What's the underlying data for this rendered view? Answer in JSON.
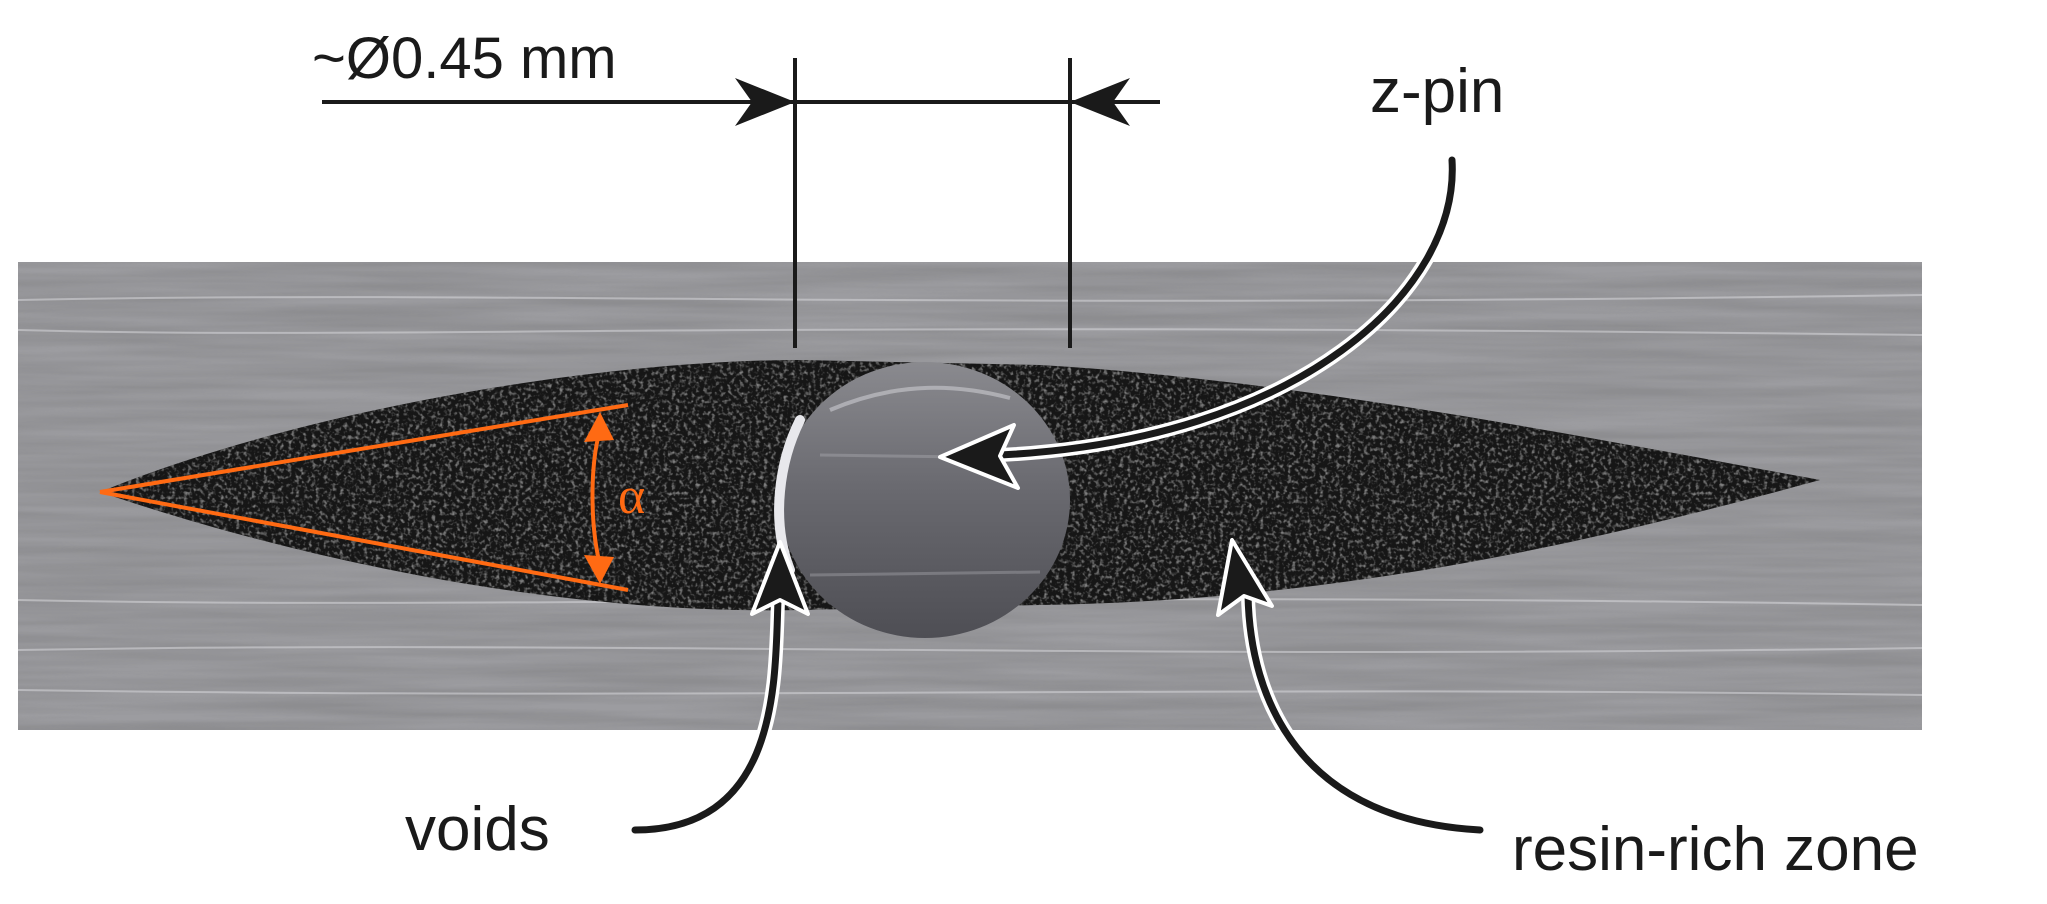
{
  "labels": {
    "diameter": "~Ø0.45 mm",
    "zpin": "z-pin",
    "voids": "voids",
    "resin_zone": "resin-rich zone",
    "angle": "α"
  },
  "colors": {
    "annotation": "#1a1a1a",
    "angle": "#ff6a13",
    "resin": "#161616",
    "laminate": "#8d8d90",
    "pin": "#707074"
  }
}
